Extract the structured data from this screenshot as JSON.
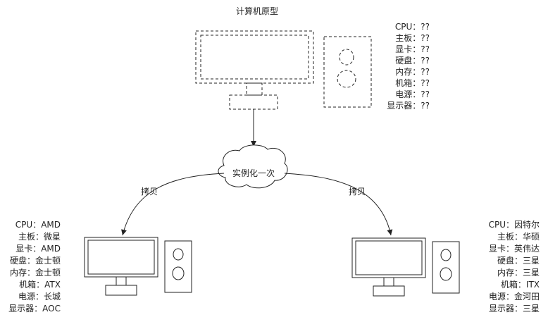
{
  "title": "计算机原型",
  "prototype_specs": [
    "CPU：??",
    "主板：??",
    "显卡：??",
    "硬盘：??",
    "内存：??",
    "机箱：??",
    "电源：??",
    "显示器：??"
  ],
  "instantiate_label": "实例化一次",
  "copy_label_left": "拷贝",
  "copy_label_right": "拷贝",
  "left_specs": [
    "CPU：AMD",
    "主板：微星",
    "显卡：AMD",
    "硬盘：金士顿",
    "内存：金士顿",
    "机箱：ATX",
    "电源：长城",
    "显示器：AOC"
  ],
  "right_specs": [
    "CPU：因特尔",
    "主板：华硕",
    "显卡：英伟达",
    "硬盘：三星",
    "内存：三星",
    "机箱：ITX",
    "电源：金河田",
    "显示器：三星"
  ]
}
